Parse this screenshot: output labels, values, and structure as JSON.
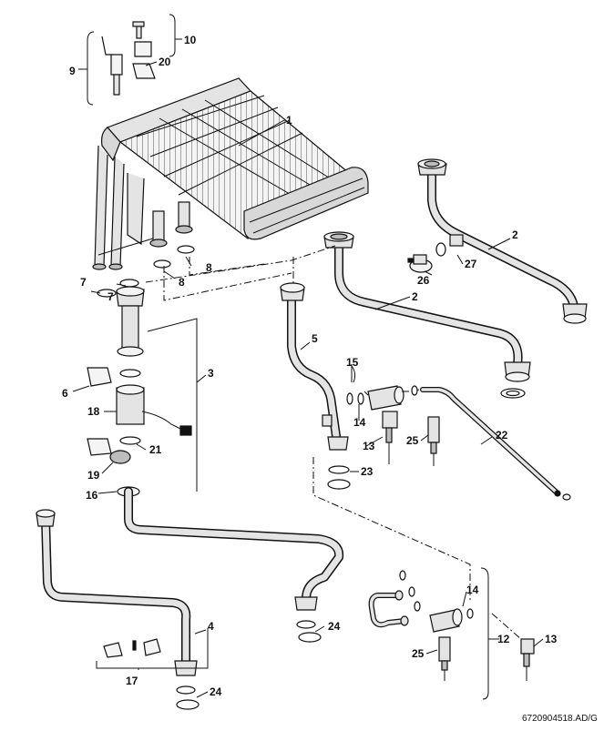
{
  "colors": {
    "line": "#111111",
    "pipe_fill": "#e4e4e4",
    "part_fill": "#f4f4f4",
    "shade": "#bdbdbd",
    "background": "#ffffff"
  },
  "callouts": [
    {
      "id": "c1",
      "text": "1"
    },
    {
      "id": "c2a",
      "text": "2"
    },
    {
      "id": "c2b",
      "text": "2"
    },
    {
      "id": "c3",
      "text": "3"
    },
    {
      "id": "c4",
      "text": "4"
    },
    {
      "id": "c5",
      "text": "5"
    },
    {
      "id": "c6",
      "text": "6"
    },
    {
      "id": "c7a",
      "text": "7"
    },
    {
      "id": "c7b",
      "text": "7"
    },
    {
      "id": "c8a",
      "text": "8"
    },
    {
      "id": "c8b",
      "text": "8"
    },
    {
      "id": "c9",
      "text": "9"
    },
    {
      "id": "c10",
      "text": "10"
    },
    {
      "id": "c12",
      "text": "12"
    },
    {
      "id": "c13a",
      "text": "13"
    },
    {
      "id": "c13b",
      "text": "13"
    },
    {
      "id": "c14a",
      "text": "14"
    },
    {
      "id": "c14b",
      "text": "14"
    },
    {
      "id": "c15",
      "text": "15"
    },
    {
      "id": "c16",
      "text": "16"
    },
    {
      "id": "c17",
      "text": "17"
    },
    {
      "id": "c18",
      "text": "18"
    },
    {
      "id": "c19",
      "text": "19"
    },
    {
      "id": "c20",
      "text": "20"
    },
    {
      "id": "c21",
      "text": "21"
    },
    {
      "id": "c22",
      "text": "22"
    },
    {
      "id": "c23",
      "text": "23"
    },
    {
      "id": "c24a",
      "text": "24"
    },
    {
      "id": "c24b",
      "text": "24"
    },
    {
      "id": "c25a",
      "text": "25"
    },
    {
      "id": "c25b",
      "text": "25"
    },
    {
      "id": "c26",
      "text": "26"
    },
    {
      "id": "c27",
      "text": "27"
    }
  ],
  "drawing_ref": "6720904518.AD/G"
}
